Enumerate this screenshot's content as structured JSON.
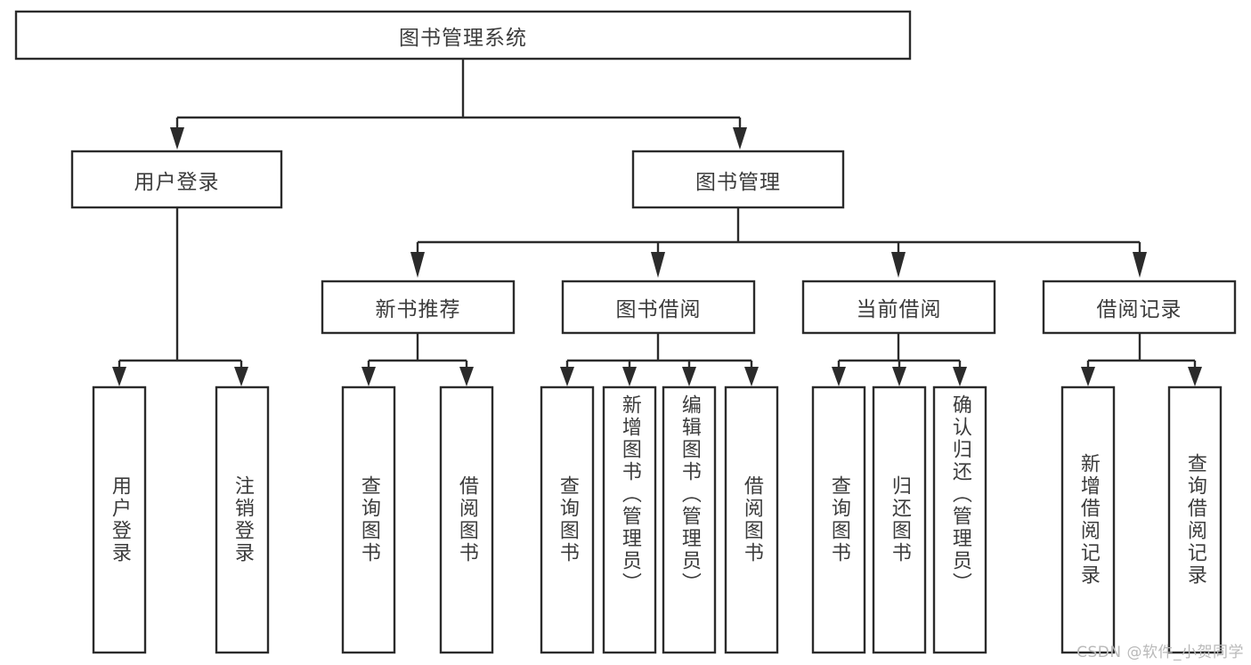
{
  "diagram": {
    "title": "图书管理系统",
    "type": "tree-hierarchy-chart",
    "colors": {
      "box_stroke": "#2b2b2b",
      "box_fill": "#ffffff",
      "text": "#3c3c3c",
      "connector": "#2b2b2b",
      "watermark": "#b9b9b9",
      "background": "#ffffff"
    },
    "root": {
      "label": "图书管理系统"
    },
    "level2": [
      {
        "label": "用户登录"
      },
      {
        "label": "图书管理"
      }
    ],
    "level3": [
      {
        "label": "新书推荐"
      },
      {
        "label": "图书借阅"
      },
      {
        "label": "当前借阅"
      },
      {
        "label": "借阅记录"
      }
    ],
    "leaves": {
      "user_login": [
        {
          "label": "用户登录"
        },
        {
          "label": "注销登录"
        }
      ],
      "new_book_recommend": [
        {
          "label": "查询图书"
        },
        {
          "label": "借阅图书"
        }
      ],
      "book_borrow": [
        {
          "label": "查询图书"
        },
        {
          "label": "新增图书（管理员）"
        },
        {
          "label": "编辑图书（管理员）"
        },
        {
          "label": "借阅图书"
        }
      ],
      "current_borrow": [
        {
          "label": "查询图书"
        },
        {
          "label": "归还图书"
        },
        {
          "label": "确认归还（管理员）"
        }
      ],
      "borrow_record": [
        {
          "label": "新增借阅记录"
        },
        {
          "label": "查询借阅记录"
        }
      ]
    }
  },
  "watermark": {
    "text": "CSDN @软件_小贺同学"
  }
}
